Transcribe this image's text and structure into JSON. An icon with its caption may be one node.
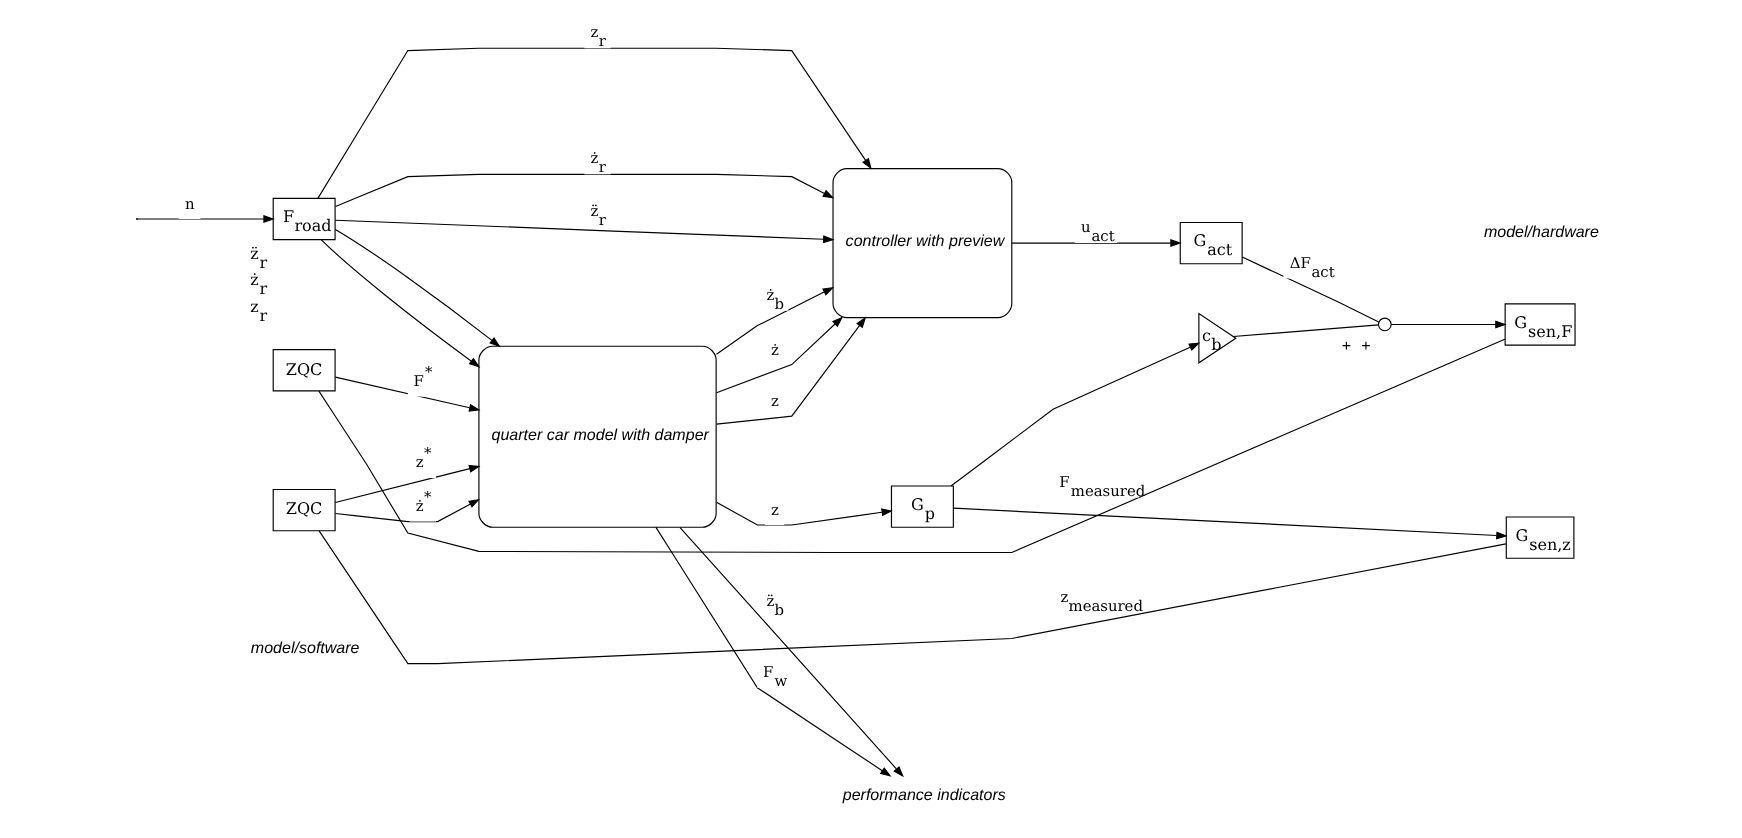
{
  "diagram": {
    "nodes": [
      {
        "text": [
          "F$_{road}$"
        ],
        "beside": [
          "z̈$_{r}$",
          "ż$_{r}$",
          "z$_{r}$"
        ]
      },
      {
        "text": [
          "quarter car model with damper"
        ]
      },
      {
        "text": [
          "controller with preview"
        ]
      },
      {
        "text": [
          "ZQC"
        ]
      },
      {
        "text": [
          "ZQC"
        ]
      },
      {
        "text": [
          "G$_{act}$"
        ]
      },
      {
        "text": [
          "G$_{p}$"
        ]
      },
      {
        "text": [
          "c$_{b}$"
        ]
      },
      {
        "text": [],
        "shape": "circle",
        "beside": [
          "+",
          "+"
        ]
      },
      {
        "text": [
          "G$_{sen,z}$"
        ]
      },
      {
        "text": [
          "G$_{sen,F}$"
        ]
      },
      {
        "text": [
          "performance indicators"
        ]
      }
    ],
    "edges": [
      {
        "from": null,
        "to": 0,
        "arrow": "to",
        "label": "n"
      },
      {
        "from": 0,
        "to": 2,
        "arrow": "to",
        "label": "z$_{r}$"
      },
      {
        "from": 0,
        "to": 2,
        "arrow": "to",
        "label": "ż$_{r}$"
      },
      {
        "from": 0,
        "to": 2,
        "arrow": "to",
        "label": "z̈$_{r}$"
      },
      {
        "from": 1,
        "to": 2,
        "arrow": "to",
        "label": "ż$_{b}$"
      },
      {
        "from": 1,
        "to": 2,
        "arrow": "to",
        "label": "ż"
      },
      {
        "from": 1,
        "to": 2,
        "arrow": "to",
        "label": "z"
      },
      {
        "from": 0,
        "to": 1,
        "arrow": "to"
      },
      {
        "from": 0,
        "to": 1,
        "arrow": "to"
      },
      {
        "from": 3,
        "to": 1,
        "arrow": "to",
        "label": "F$^{*}$"
      },
      {
        "from": 4,
        "to": 1,
        "arrow": "to",
        "label": "z$^{*}$"
      },
      {
        "from": 4,
        "to": 1,
        "arrow": "to",
        "label": "ż$^{*}$"
      },
      {
        "from": 1,
        "to": 11,
        "arrow": "to",
        "label": "z̈$_{b}$"
      },
      {
        "from": 1,
        "to": 11,
        "arrow": "to",
        "label": "F$_{w}$"
      },
      {
        "from": 2,
        "to": 5,
        "arrow": "to",
        "label": "u$_{act}$"
      },
      {
        "from": 1,
        "to": 6,
        "arrow": "to",
        "label": "z"
      },
      {
        "from": 5,
        "to": 8,
        "arrow": "none",
        "label": "ΔF$_{act}$"
      },
      {
        "from": 6,
        "to": 7,
        "arrow": "to"
      },
      {
        "from": 6,
        "to": 9,
        "arrow": "to"
      },
      {
        "from": 7,
        "to": 8,
        "arrow": "none"
      },
      {
        "from": 8,
        "to": 10,
        "arrow": "to"
      },
      {
        "from": 9,
        "to": 4,
        "arrow": "none",
        "label": "z$_{measured}$"
      },
      {
        "from": 10,
        "to": 3,
        "arrow": "none",
        "label": "F$_{measured}$"
      }
    ],
    "labels": [
      "model/software",
      "model/hardware"
    ]
  }
}
